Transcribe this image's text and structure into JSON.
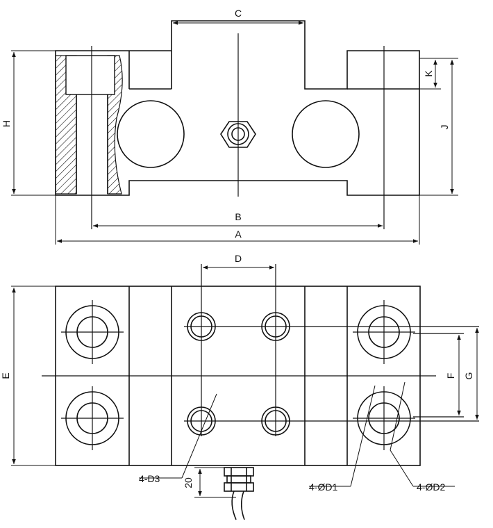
{
  "labels": {
    "A": "A",
    "B": "B",
    "C": "C",
    "D": "D",
    "E": "E",
    "F": "F",
    "G": "G",
    "H": "H",
    "J": "J",
    "K": "K",
    "d3": "4-D3",
    "d1": "4-ØD1",
    "d2": "4-ØD2",
    "cable": "20"
  }
}
